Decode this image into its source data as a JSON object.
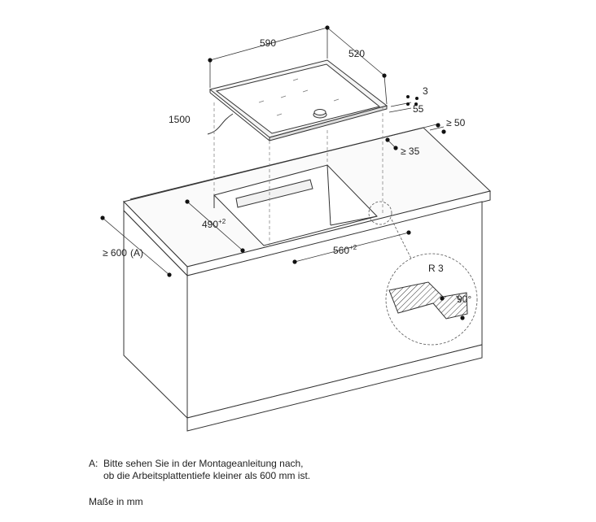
{
  "dimensions": {
    "hob_width": "590",
    "hob_depth": "520",
    "cable_length": "1500",
    "frame_height": "3",
    "install_depth": "55",
    "rear_clearance": "≥ 50",
    "side_clearance": "≥ 35",
    "worktop_depth": "≥ 600",
    "worktop_note_ref": "(A)",
    "cutout_depth": "490",
    "cutout_depth_tol": "+2",
    "cutout_width": "560",
    "cutout_width_tol": "+2",
    "corner_radius": "R 3",
    "edge_angle": "90°"
  },
  "notes": {
    "key": "A:",
    "line1": "Bitte sehen Sie in der Montageanleitung nach,",
    "line2": "ob die Arbeitsplattentiefe kleiner als 600 mm ist.",
    "units": "Maße in mm"
  }
}
